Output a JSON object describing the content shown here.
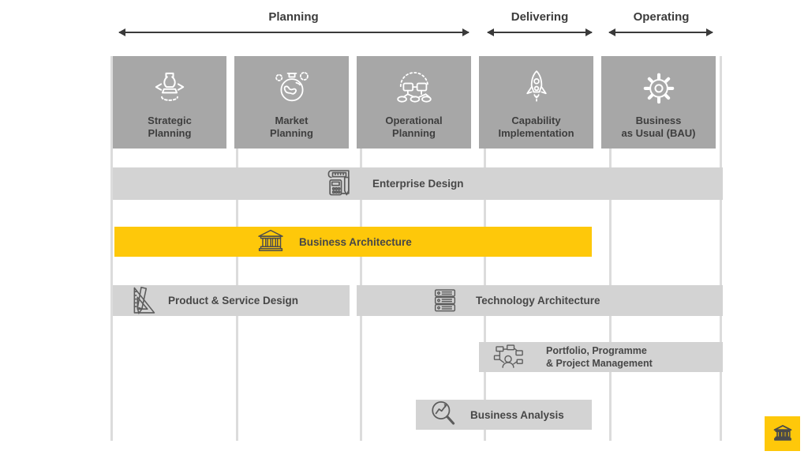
{
  "phases": [
    {
      "label": "Planning"
    },
    {
      "label": "Delivering"
    },
    {
      "label": "Operating"
    }
  ],
  "stages": [
    {
      "line1": "Strategic",
      "line2": "Planning",
      "icon": "chess-pawn-icon"
    },
    {
      "line1": "Market",
      "line2": "Planning",
      "icon": "globe-icon"
    },
    {
      "line1": "Operational",
      "line2": "Planning",
      "icon": "org-chart-icon"
    },
    {
      "line1": "Capability",
      "line2": "Implementation",
      "icon": "rocket-icon"
    },
    {
      "line1": "Business",
      "line2": "as Usual (BAU)",
      "icon": "gear-icon"
    }
  ],
  "bars": {
    "enterprise_design": {
      "label": "Enterprise Design",
      "icon": "blueprint-calculator-icon"
    },
    "business_architecture": {
      "label": "Business Architecture",
      "icon": "bank-icon",
      "highlighted": true
    },
    "product_service_design": {
      "label": "Product & Service Design",
      "icon": "set-square-pencil-icon"
    },
    "technology_architecture": {
      "label": "Technology Architecture",
      "icon": "server-stack-icon"
    },
    "portfolio_ppm": {
      "line1": "Portfolio, Programme",
      "line2": "& Project Management",
      "icon": "flowchart-team-icon"
    },
    "business_analysis": {
      "label": "Business Analysis",
      "icon": "magnifier-chart-icon"
    }
  },
  "corner_badge": {
    "icon": "bank-icon"
  },
  "colors": {
    "highlight_yellow": "#fec80a",
    "stage_box_gray": "#a7a7a7",
    "bar_gray": "#d3d3d3",
    "guide_line_gray": "#dcdcdc",
    "text_dark": "#3e3e3e",
    "arrow_dark": "#3a3a3a",
    "icon_white": "#ffffff",
    "icon_gray": "#5c5c5c"
  }
}
